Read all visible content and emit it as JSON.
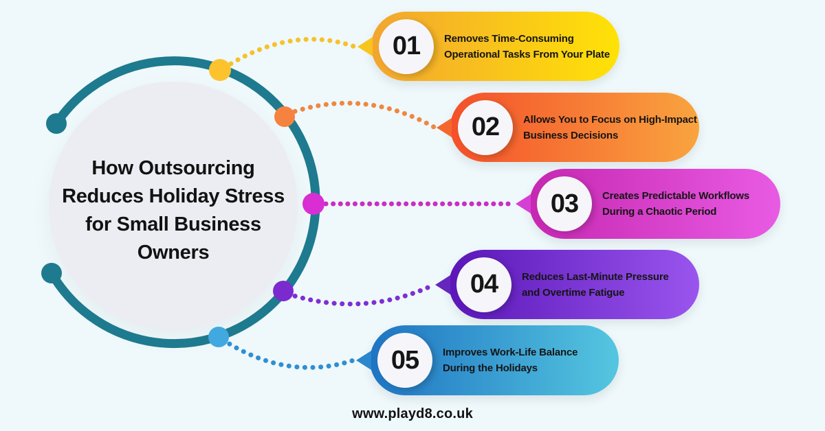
{
  "page": {
    "background": "#EFF8FA",
    "footer_url": "www.playd8.co.uk"
  },
  "center": {
    "title_lines": [
      "How Outsourcing",
      "Reduces Holiday Stress",
      "for Small Business",
      "Owners"
    ],
    "title_color": "#121212",
    "circle_fill": "#ECEDF3",
    "ring_color": "#1E7A8E"
  },
  "items": [
    {
      "number": "01",
      "line1": "Removes Time-Consuming",
      "line2": "Operational Tasks From Your Plate",
      "gradient_start": "#F2A530",
      "gradient_end": "#FFE207",
      "tip_color": "#F8C41E",
      "node_color": "#FCC32E",
      "connector_color": "#F5C22A"
    },
    {
      "number": "02",
      "line1": "Allows You to Focus on High-Impact",
      "line2": "Business Decisions",
      "gradient_start": "#F4502A",
      "gradient_end": "#F9A43F",
      "tip_color": "#F4672E",
      "node_color": "#F6823F",
      "connector_color": "#EE8742"
    },
    {
      "number": "03",
      "line1": "Creates Predictable Workflows",
      "line2": "During a Chaotic Period",
      "gradient_start": "#C627B2",
      "gradient_end": "#E95BE3",
      "tip_color": "#D63FD4",
      "node_color": "#D92ED4",
      "connector_color": "#C92EC3"
    },
    {
      "number": "04",
      "line1": "Reduces Last-Minute Pressure",
      "line2": "and Overtime Fatigue",
      "gradient_start": "#5A16B8",
      "gradient_end": "#9A55EE",
      "tip_color": "#6526BE",
      "node_color": "#7B2ACF",
      "connector_color": "#7E2FD2"
    },
    {
      "number": "05",
      "line1": "Improves Work-Life Balance",
      "line2": "During the Holidays",
      "gradient_start": "#1E74C2",
      "gradient_end": "#55C6E0",
      "tip_color": "#2B87CD",
      "node_color": "#41A8E0",
      "connector_color": "#2E8FD4"
    }
  ]
}
